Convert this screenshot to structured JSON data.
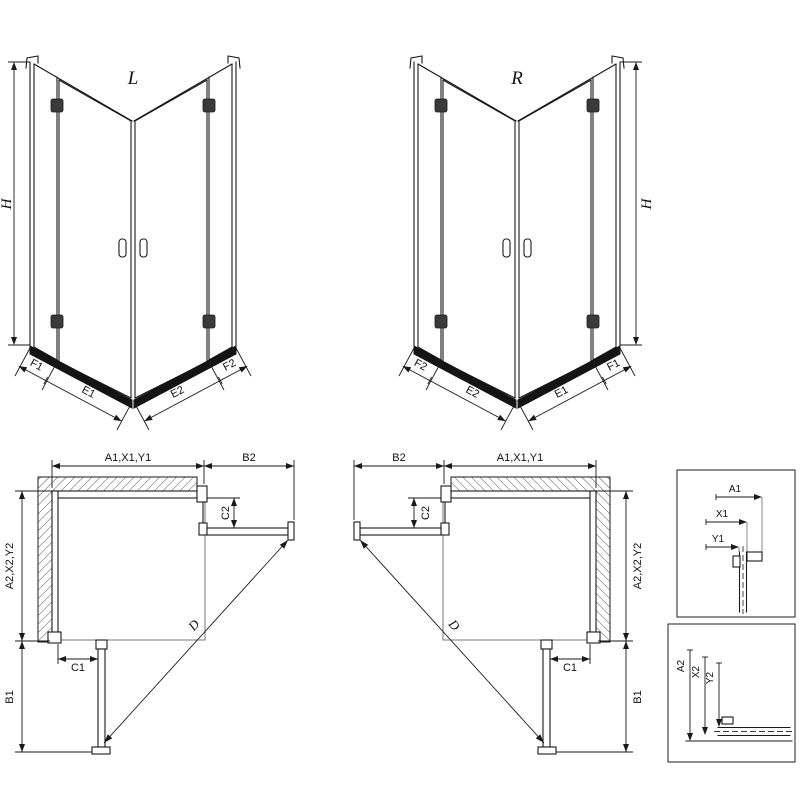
{
  "drawing": {
    "colors": {
      "line": "#1a1a1a",
      "tray": "#141414"
    },
    "iso_left": {
      "view_label": "L",
      "height_dim": "H",
      "dims": {
        "f1": "F1",
        "e1": "E1",
        "e2": "E2",
        "f2": "F2"
      }
    },
    "iso_right": {
      "view_label": "R",
      "height_dim": "H",
      "dims": {
        "f1": "F1",
        "e1": "E1",
        "e2": "E2",
        "f2": "F2"
      }
    },
    "plan_left": {
      "width_dim": "A1,X1,Y1",
      "door_top_dim": "B2",
      "offset_top_dim": "C2",
      "depth_dim": "A2,X2,Y2",
      "offset_bottom_dim": "C1",
      "door_bottom_dim": "B1",
      "diagonal_dim": "D"
    },
    "plan_right": {
      "width_dim": "A1,X1,Y1",
      "door_top_dim": "B2",
      "offset_top_dim": "C2",
      "depth_dim": "A2,X2,Y2",
      "offset_bottom_dim": "C1",
      "door_bottom_dim": "B1",
      "diagonal_dim": "D"
    },
    "detail_top": {
      "dims": [
        "A1",
        "X1",
        "Y1"
      ]
    },
    "detail_bottom": {
      "dims": [
        "A2",
        "X2",
        "Y2"
      ]
    }
  }
}
